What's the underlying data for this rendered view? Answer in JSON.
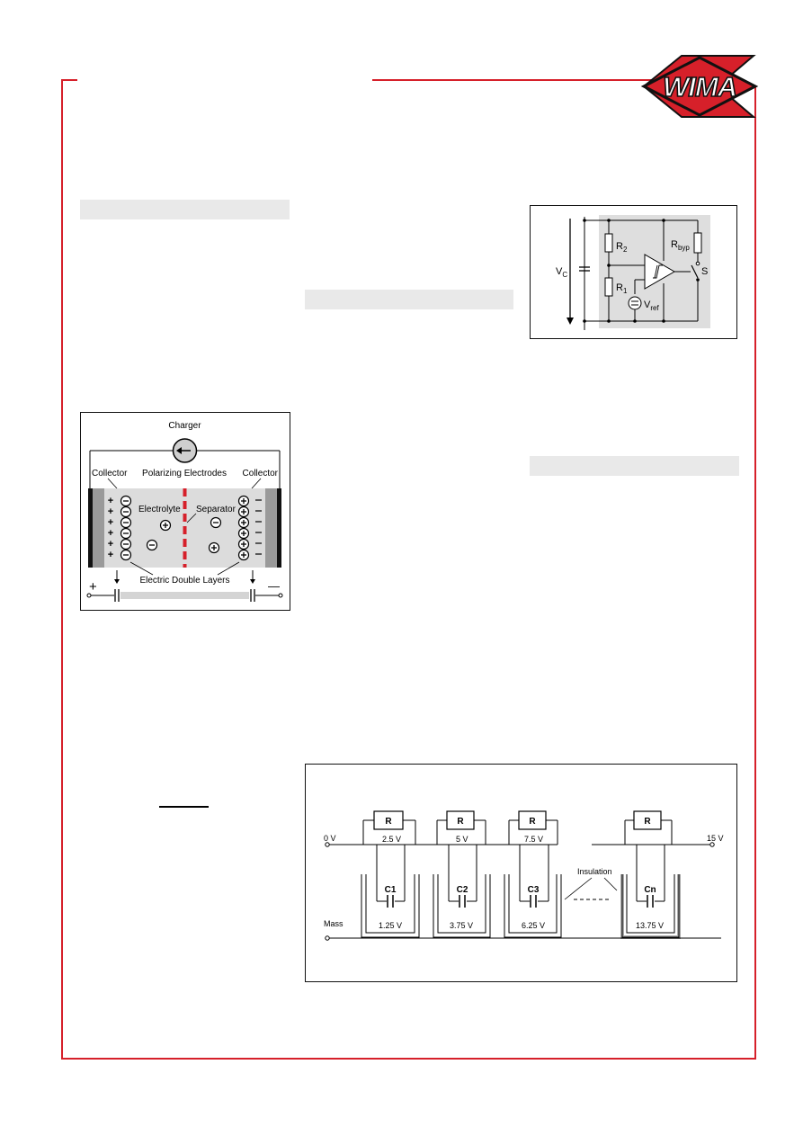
{
  "colors": {
    "frame_red": "#d6202a",
    "heading_bar": "#e9e9e9",
    "logo_red": "#d6202a",
    "logo_black": "#111111",
    "figure_gray": "#d9d9d9"
  },
  "logo": {
    "text": "WIMA"
  },
  "fig_double_layer": {
    "charger": "Charger",
    "collector_left": "Collector",
    "polarizing_electrodes": "Polarizing Electrodes",
    "collector_right": "Collector",
    "electrolyte": "Electrolyte",
    "separator": "Separator",
    "double_layers": "Electric Double Layers",
    "plus_terminal": "+",
    "minus_terminal": "—"
  },
  "fig_bypass": {
    "r2": "R",
    "r2_sub": "2",
    "r1": "R",
    "r1_sub": "1",
    "rbyp": "R",
    "rbyp_sub": "byp",
    "vc": "V",
    "vc_sub": "C",
    "vref": "V",
    "vref_sub": "ref",
    "switch": "S"
  },
  "fig_series": {
    "r_label": "R",
    "v_start": "0 V",
    "v_end": "15 V",
    "mass": "Mass",
    "insulation": "Insulation",
    "node_voltages": [
      "2.5 V",
      "5 V",
      "7.5 V"
    ],
    "caps": [
      "C1",
      "C2",
      "C3",
      "Cn"
    ],
    "cap_voltages": [
      "1.25 V",
      "3.75 V",
      "6.25 V",
      "13.75 V"
    ]
  }
}
